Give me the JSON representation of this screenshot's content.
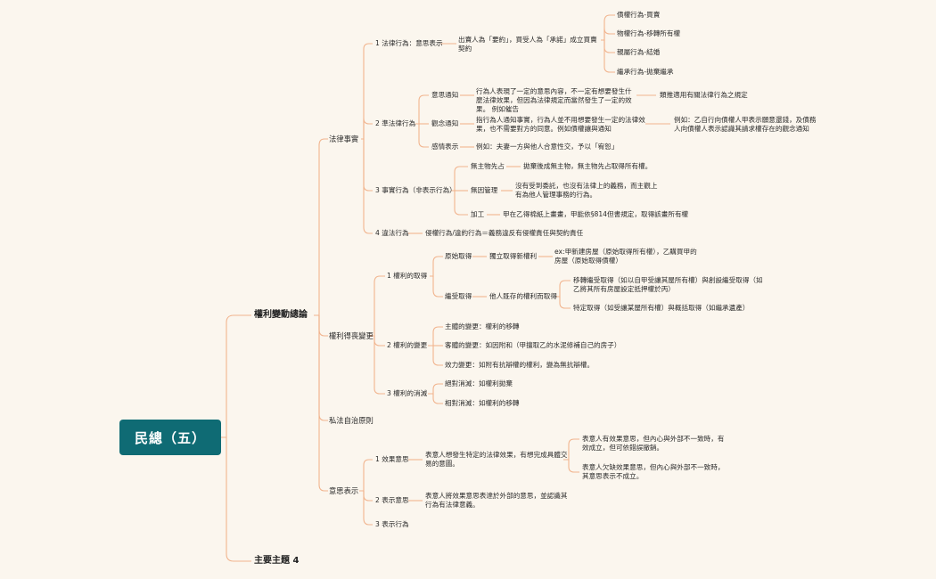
{
  "root": "民總（五）",
  "topics": {
    "t1": "權利變動總論",
    "t4": "主要主題 4"
  },
  "sections": {
    "s1": "法律事實",
    "s2": "權利得喪變更",
    "s3": "私法自治原則",
    "s4": "意思表示"
  },
  "legal_fact": {
    "c1": {
      "label": "1 法律行為：意思表示",
      "desc": "出賣人為「要約」，買受人為「承諾」成立買賣契約",
      "items": [
        "債權行為-買賣",
        "物權行為-移轉所有權",
        "親屬行為-結婚",
        "繼承行為-拋棄繼承"
      ]
    },
    "c2": {
      "label": "2 準法律行為",
      "rows": [
        {
          "label": "意思通知",
          "desc": "行為人表現了一定的意思內容，不一定有想要發生什麼法律效果，但因為法律規定而當然發生了一定的效果。 例如催告",
          "note": "類推適用有關法律行為之規定"
        },
        {
          "label": "觀念通知",
          "desc": "指行為人通知事實，行為人並不用想要發生一定的法律效果，也不需要對方的同意。例如債權讓與通知",
          "note": "例如：乙自行向債權人甲表示願意還錢，及債務人向債權人表示認識其請求權存在的觀念通知"
        },
        {
          "label": "感情表示",
          "desc": "例如：夫妻一方與他人合意性交，予以「宥恕」"
        }
      ]
    },
    "c3": {
      "label": "3 事實行為（非表示行為）",
      "rows": [
        {
          "label": "無主物先占",
          "desc": "拋棄後成無主物，無主物先占取得所有權。"
        },
        {
          "label": "無因管理",
          "desc": "沒有受到委託，也沒有法律上的義務，而主觀上有為他人管理事務的行為。"
        },
        {
          "label": "加工",
          "desc": "甲在乙得棉紙上畫畫，甲能依§814但書規定，取得該畫所有權"
        }
      ]
    },
    "c4": {
      "label": "4 違法行為",
      "desc": "侵權行為/違約行為＝義務違反有侵權責任與契約責任"
    }
  },
  "rights": {
    "acquire": {
      "label": "1 權利的取得",
      "original": {
        "label": "原始取得",
        "mid": "獨立取得新權利",
        "desc": "ex:甲新建房屋（原始取得所有權），乙購買甲的房屋（原始取得債權）"
      },
      "derived": {
        "label": "繼受取得",
        "mid": "他人既存的權利而取得",
        "items": [
          "移轉繼受取得（如以自甲受讓其屋所有權）與創設繼受取得（如乙將其所有房屋設定抵押權於丙）",
          "特定取得（如受讓某屋所有權）與概括取得（如繼承遺產）"
        ]
      }
    },
    "change": {
      "label": "2 權利的變更",
      "items": [
        "主體的變更：權利的移轉",
        "客體的變更：如因附和（甲擅取乙的水泥修補自己的房子）",
        "效力變更：如附有抗辯權的權利，變為無抗辯權。"
      ]
    },
    "loss": {
      "label": "3 權利的消滅",
      "items": [
        "絕對消滅：如權利拋棄",
        "相對消滅：如權利的移轉"
      ]
    }
  },
  "intent": {
    "c1": {
      "label": "1 效果意思",
      "desc": "表意人想發生特定的法律效果，有想完成具體交易的意圖。",
      "items": [
        "表意人有效果意思，但內心與外部不一致時，有效成立，但可依錯誤撤銷。",
        "表意人欠缺效果意思，但內心與外部不一致時，其意思表示不成立。"
      ]
    },
    "c2": {
      "label": "2 表示意思",
      "desc": "表意人將效果意思表達於外部的意思，並認識其行為有法律意義。"
    },
    "c3": {
      "label": "3 表示行為"
    }
  },
  "colors": {
    "root_bg": "#0f6b74",
    "link": "#f0b48c",
    "background": "#fbf6ee"
  }
}
